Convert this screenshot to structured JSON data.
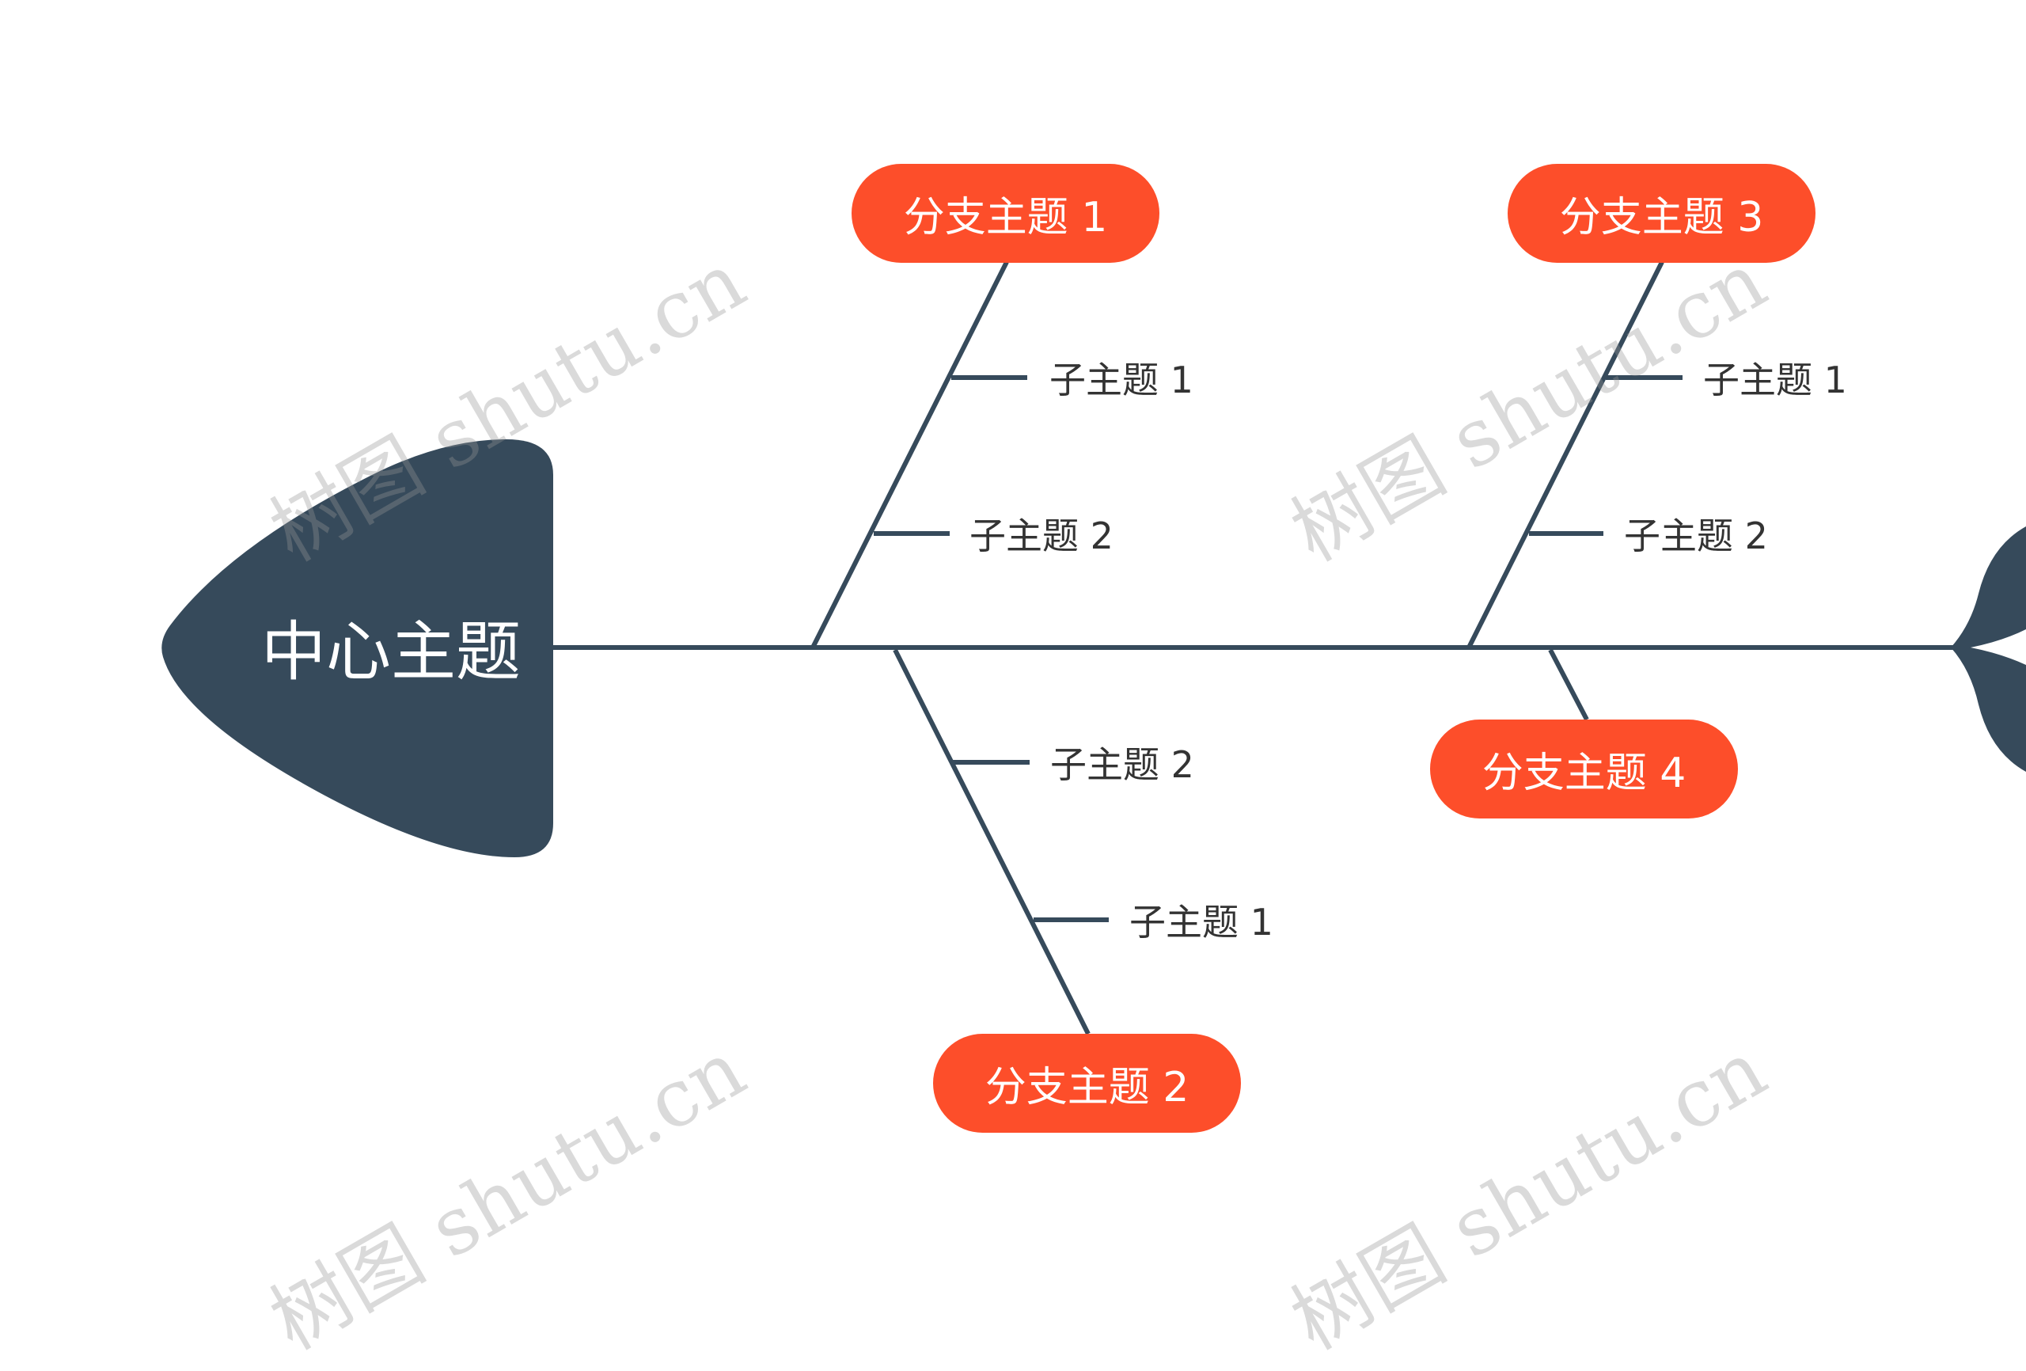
{
  "center": {
    "label": "中心主题"
  },
  "branches": [
    {
      "label": "分支主题 1",
      "subtopics": [
        "子主题 1",
        "子主题 2"
      ]
    },
    {
      "label": "分支主题 2",
      "subtopics": [
        "子主题 2",
        "子主题 1"
      ]
    },
    {
      "label": "分支主题 3",
      "subtopics": [
        "子主题 1",
        "子主题 2"
      ]
    },
    {
      "label": "分支主题 4",
      "subtopics": []
    }
  ],
  "watermark": "树图 shutu.cn",
  "colors": {
    "spine": "#364A5B",
    "branch": "#FD4E2A",
    "text": "#333333"
  }
}
